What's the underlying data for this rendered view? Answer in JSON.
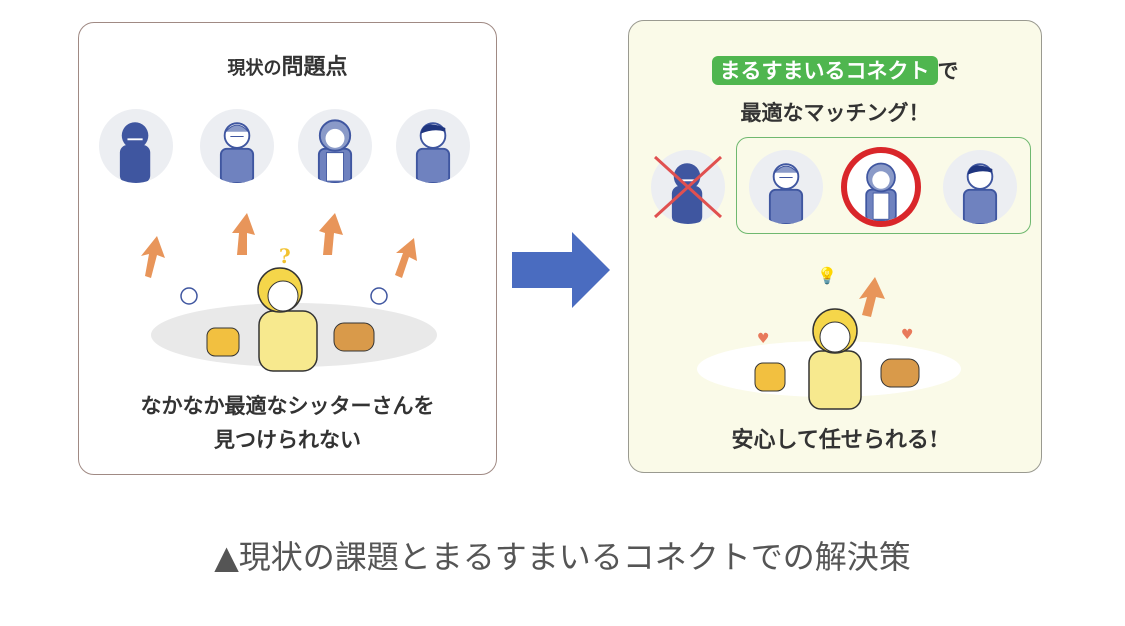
{
  "left_panel": {
    "title_prefix": "現状の",
    "title_main": "問題点",
    "message_line1": "なかなか最適なシッターさんを",
    "message_line2": "見つけられない",
    "question_mark": "?"
  },
  "right_panel": {
    "brand": "まるすまいるコネクト",
    "title_suffix": "で",
    "subtitle": "最適なマッチング！",
    "message": "安心して任せられる!"
  },
  "caption": "▲現状の課題とまるすまいるコネクトでの解決策",
  "colors": {
    "blue": "#3f56a0",
    "orange": "#e8955a",
    "green": "#4fb64f",
    "red": "#d9262a",
    "arrow": "#4a6cc0"
  }
}
